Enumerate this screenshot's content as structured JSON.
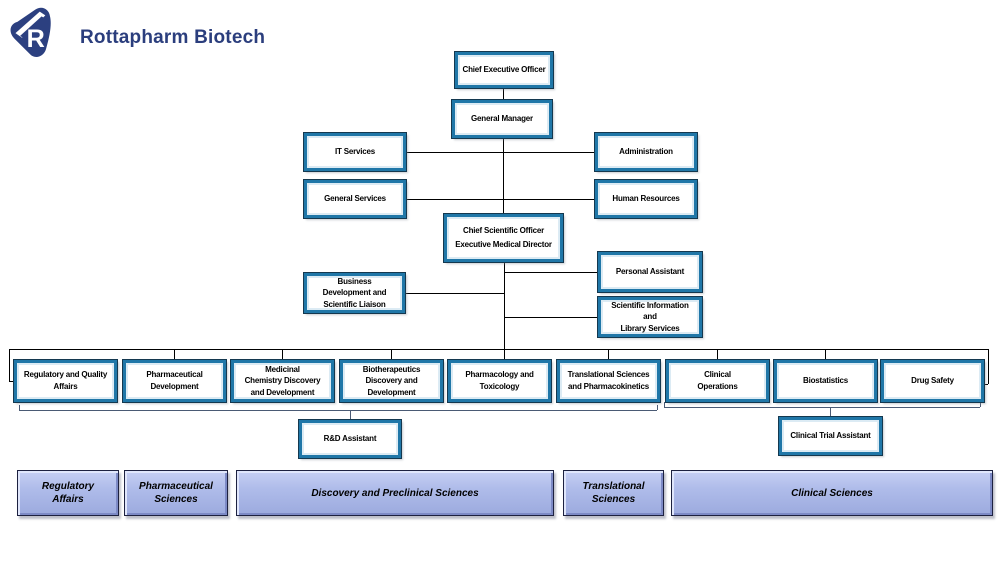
{
  "header": {
    "title": "Rottapharm Biotech",
    "logo_letter": "R"
  },
  "colors": {
    "brand_navy": "#2b3e7d",
    "node_border_blue": "#2077a8",
    "node_outline_dark": "#14384f",
    "band_fill_periwinkle": "#afbcea",
    "connector_black": "#000000",
    "bracket_slate": "#4a5a74"
  },
  "org": {
    "ceo": {
      "label": "Chief Executive Officer"
    },
    "general_manager": {
      "label": "General Manager"
    },
    "it_services": {
      "label": "IT Services"
    },
    "administration": {
      "label": "Administration"
    },
    "general_services": {
      "label": "General Services"
    },
    "human_resources": {
      "label": "Human Resources"
    },
    "cso": {
      "label": [
        "Chief Scientific Officer",
        "Executive Medical Director"
      ]
    },
    "business_development": {
      "label": [
        "Business",
        "Development and",
        "Scientific Liaison"
      ]
    },
    "personal_assistant": {
      "label": "Personal Assistant"
    },
    "scientific_information": {
      "label": [
        "Scientific Information",
        "and",
        "Library Services"
      ]
    },
    "departments": [
      {
        "label": [
          "Regulatory and Quality",
          "Affairs"
        ]
      },
      {
        "label": [
          "Pharmaceutical",
          "Development"
        ]
      },
      {
        "label": [
          "Medicinal",
          "Chemistry Discovery",
          "and Development"
        ]
      },
      {
        "label": [
          "Biotherapeutics",
          "Discovery and",
          "Development"
        ]
      },
      {
        "label": [
          "Pharmacology and",
          "Toxicology"
        ]
      },
      {
        "label": [
          "Translational Sciences",
          "and Pharmacokinetics"
        ]
      },
      {
        "label": [
          "Clinical",
          "Operations"
        ]
      },
      {
        "label": "Biostatistics"
      },
      {
        "label": "Drug Safety"
      }
    ],
    "rd_assistant": {
      "label": "R&D Assistant"
    },
    "clinical_trial_assistant": {
      "label": "Clinical Trial Assistant"
    },
    "areas": [
      {
        "label": [
          "Regulatory",
          "Affairs"
        ]
      },
      {
        "label": [
          "Pharmaceutical",
          "Sciences"
        ]
      },
      {
        "label": "Discovery and Preclinical Sciences"
      },
      {
        "label": [
          "Translational",
          "Sciences"
        ]
      },
      {
        "label": "Clinical Sciences"
      }
    ]
  }
}
